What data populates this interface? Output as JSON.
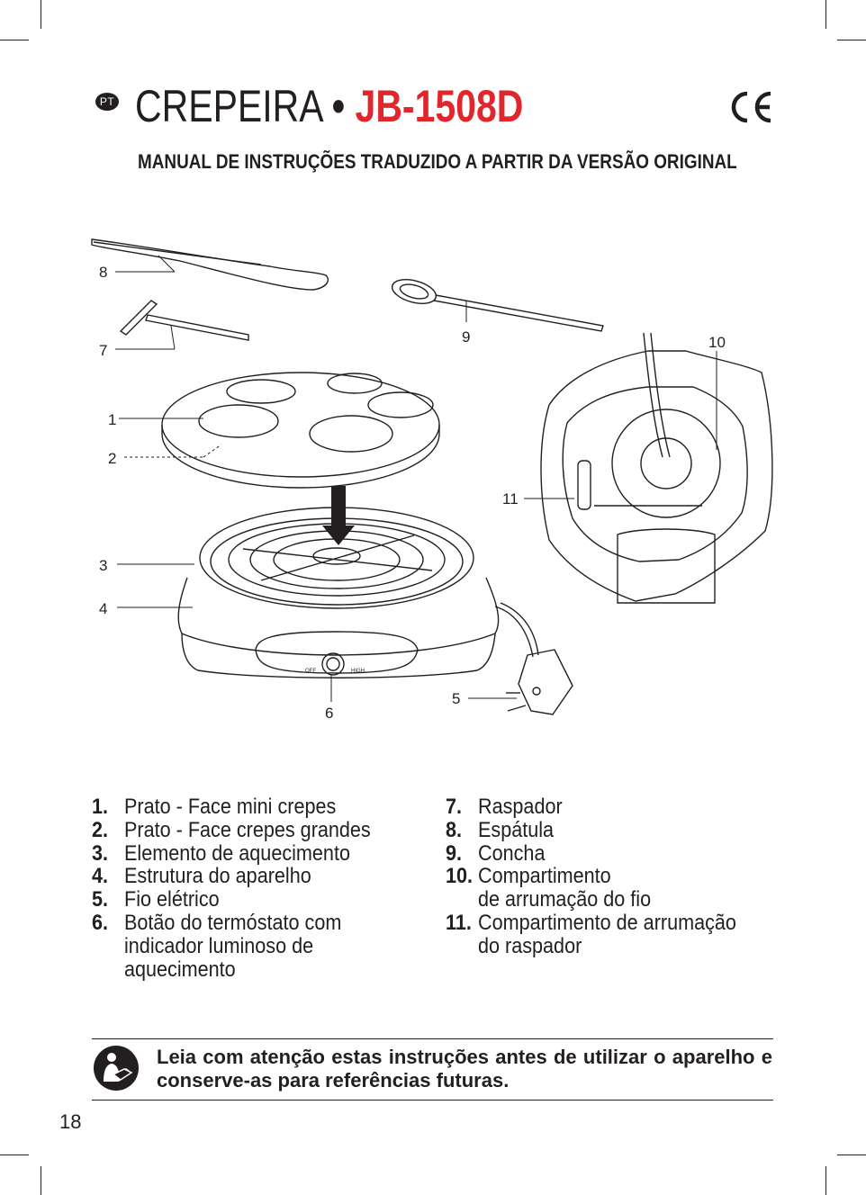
{
  "header": {
    "language_badge": "PT",
    "title_brand": "CREPEIRA",
    "title_separator": "•",
    "title_model": "JB-1508D",
    "certification_mark": "CE",
    "subtitle": "MANUAL DE INSTRUÇÕES TRADUZIDO A PARTIR DA VERSÃO ORIGINAL"
  },
  "diagram": {
    "callouts": [
      "8",
      "7",
      "1",
      "2",
      "3",
      "4",
      "6",
      "9",
      "10",
      "11",
      "5"
    ],
    "dial_labels": {
      "off": "OFF",
      "high": "HIGH"
    }
  },
  "parts_list": {
    "left": [
      {
        "num": "1.",
        "text": "Prato - Face mini crepes"
      },
      {
        "num": "2.",
        "text": "Prato - Face crepes grandes"
      },
      {
        "num": "3.",
        "text": "Elemento de aquecimento"
      },
      {
        "num": "4.",
        "text": "Estrutura do aparelho"
      },
      {
        "num": "5.",
        "text": "Fio elétrico"
      },
      {
        "num": "6.",
        "text": "Botão do termóstato com",
        "text2": "indicador luminoso de",
        "text3": "aquecimento"
      }
    ],
    "right": [
      {
        "num": "7.",
        "text": "Raspador"
      },
      {
        "num": "8.",
        "text": "Espátula"
      },
      {
        "num": "9.",
        "text": "Concha"
      },
      {
        "num": "10.",
        "text": "Compartimento",
        "text2": "de arrumação do fio"
      },
      {
        "num": "11.",
        "text": "Compartimento de arrumação",
        "text2": "do raspador"
      }
    ]
  },
  "notice": {
    "icon": "read-manual-icon",
    "text": "Leia com atenção estas instruções antes de utilizar o aparelho e conserve-as para referências futuras."
  },
  "footer": {
    "page_number": "18"
  },
  "colors": {
    "accent": "#e1262c",
    "ink": "#231f20"
  }
}
